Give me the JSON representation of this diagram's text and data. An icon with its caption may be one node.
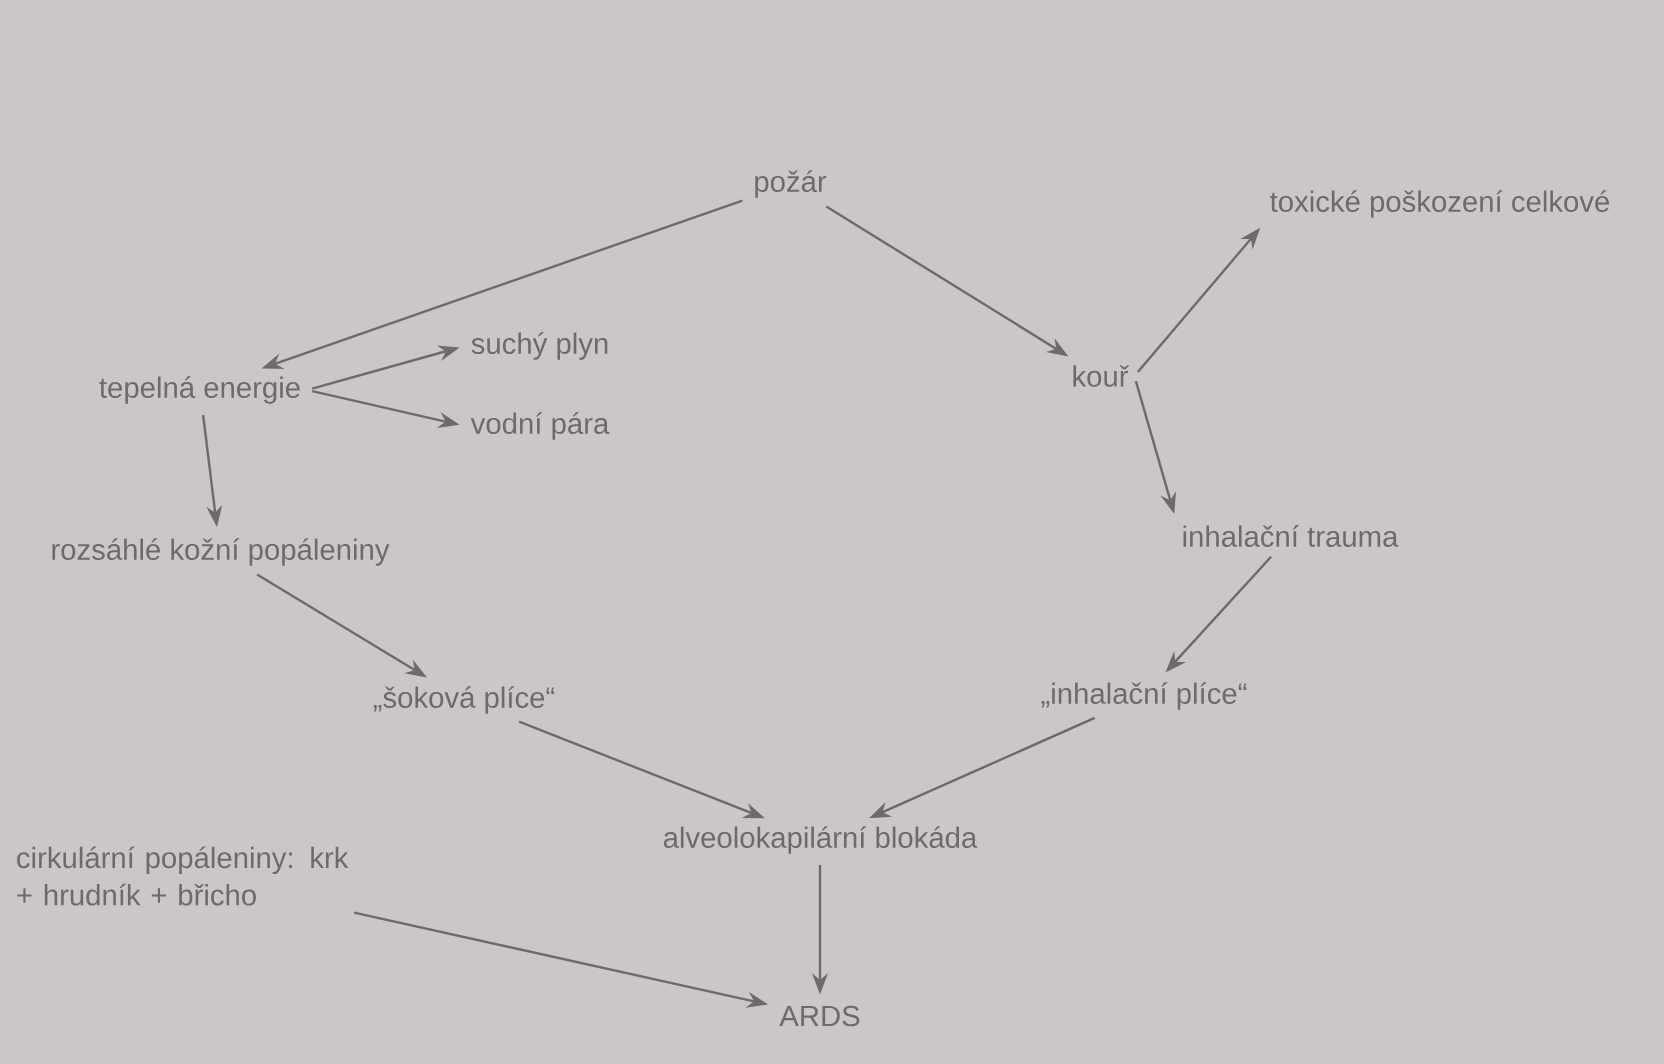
{
  "diagram": {
    "nodes": [
      {
        "text": [
          "požár"
        ]
      },
      {
        "text": [
          "tepelná energie"
        ]
      },
      {
        "text": [
          "suchý plyn"
        ]
      },
      {
        "text": [
          "vodní pára"
        ]
      },
      {
        "text": [
          "kouř"
        ]
      },
      {
        "text": [
          "toxické poškození celkové"
        ]
      },
      {
        "text": [
          "inhalační trauma"
        ]
      },
      {
        "text": [
          "rozsáhlé kožní popáleniny"
        ]
      },
      {
        "text": [
          "„šoková plíce“"
        ]
      },
      {
        "text": [
          "„inhalační plíce“"
        ]
      },
      {
        "text": [
          "alveolokapilární blokáda"
        ]
      },
      {
        "text": [
          "cirkulární popáleniny: krk + hrudník + břicho"
        ]
      },
      {
        "text": [
          "ARDS"
        ]
      }
    ],
    "edges": [
      {
        "from": 0,
        "to": 1,
        "arrow": "to"
      },
      {
        "from": 0,
        "to": 4,
        "arrow": "to"
      },
      {
        "from": 1,
        "to": 2,
        "arrow": "to"
      },
      {
        "from": 1,
        "to": 3,
        "arrow": "to"
      },
      {
        "from": 1,
        "to": 7,
        "arrow": "to"
      },
      {
        "from": 4,
        "to": 5,
        "arrow": "to"
      },
      {
        "from": 4,
        "to": 6,
        "arrow": "to"
      },
      {
        "from": 7,
        "to": 8,
        "arrow": "to"
      },
      {
        "from": 6,
        "to": 9,
        "arrow": "to"
      },
      {
        "from": 8,
        "to": 10,
        "arrow": "to"
      },
      {
        "from": 9,
        "to": 10,
        "arrow": "to"
      },
      {
        "from": 10,
        "to": 12,
        "arrow": "to"
      },
      {
        "from": 11,
        "to": 12,
        "arrow": "to"
      }
    ]
  }
}
